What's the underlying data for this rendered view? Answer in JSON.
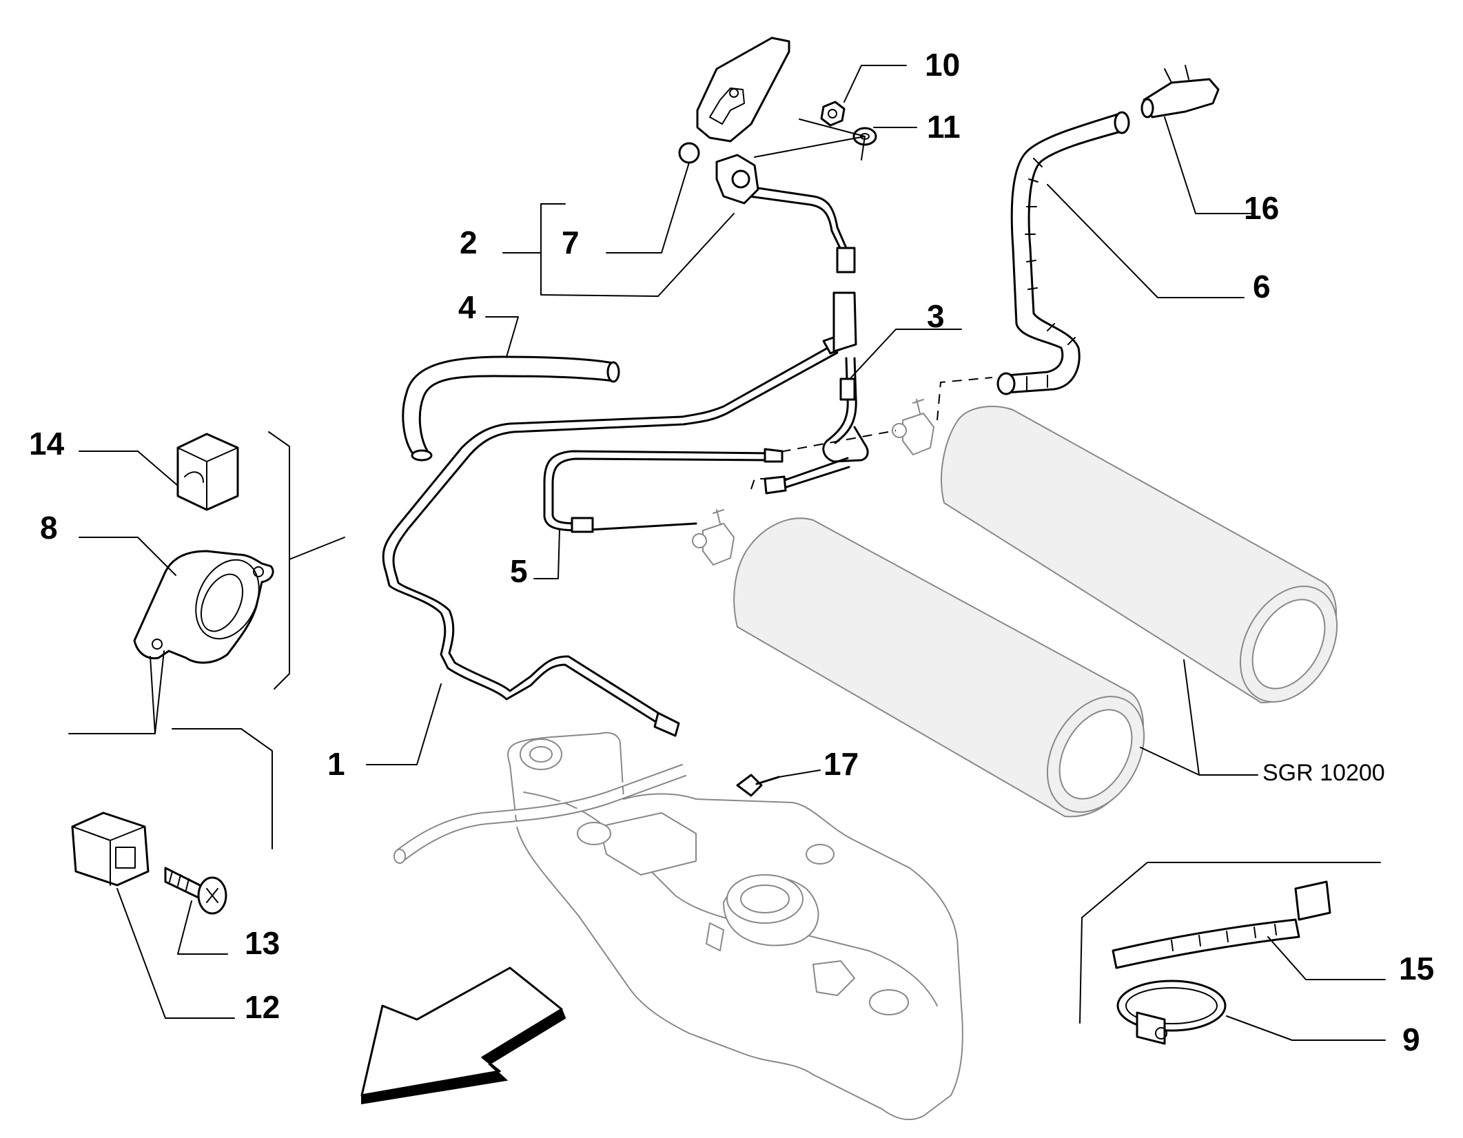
{
  "drawing_code": "SGR 10200",
  "callouts": {
    "c1": "1",
    "c2": "2",
    "c3": "3",
    "c4": "4",
    "c5": "5",
    "c6": "6",
    "c7": "7",
    "c8": "8",
    "c9": "9",
    "c10": "10",
    "c11": "11",
    "c12": "12",
    "c13": "13",
    "c14": "14",
    "c15": "15",
    "c16": "16",
    "c17": "17"
  }
}
